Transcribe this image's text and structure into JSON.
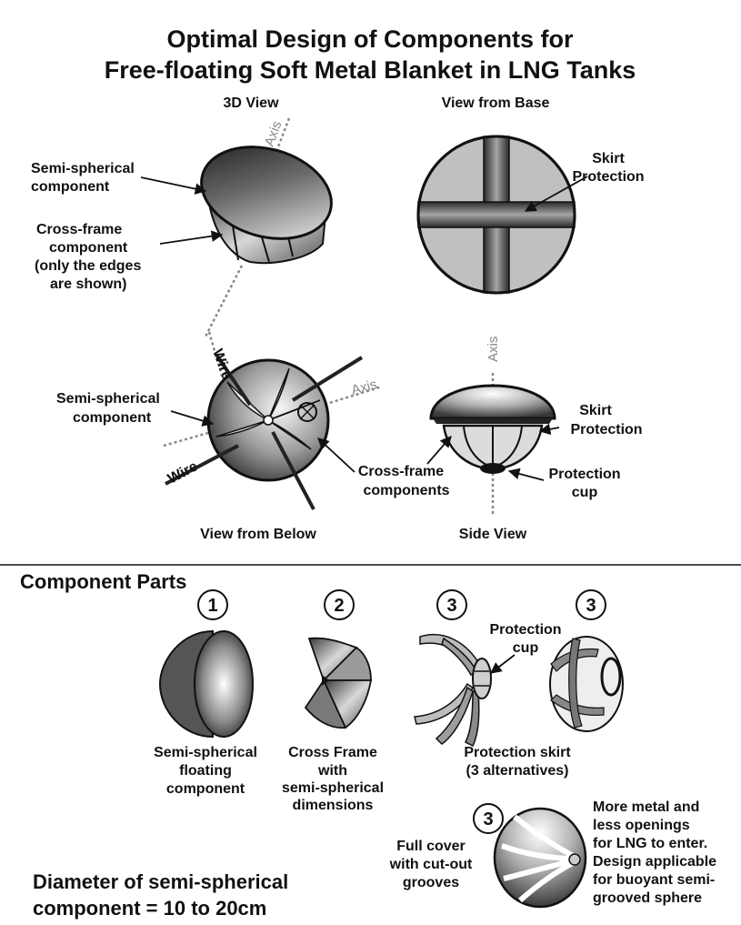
{
  "title": {
    "line1": "Optimal Design of Components for",
    "line2": "Free-floating Soft Metal Blanket in LNG Tanks"
  },
  "views": {
    "view_3d": "3D View",
    "view_base": "View from Base",
    "view_below": "View from Below",
    "view_side": "Side View"
  },
  "labels": {
    "axis": "Axis",
    "wire": "Wire",
    "semi_spherical_1": "Semi-spherical",
    "semi_spherical_2": "component",
    "cross_frame_1": "Cross-frame",
    "cross_frame_2": "component",
    "cross_frame_3": "(only the edges",
    "cross_frame_4": "are shown)",
    "skirt_1": "Skirt",
    "skirt_2": "Protection",
    "cross_frames_1": "Cross-frame",
    "cross_frames_2": "components",
    "cup_1": "Protection",
    "cup_2": "cup"
  },
  "parts": {
    "heading": "Component Parts",
    "num_1": "1",
    "num_2": "2",
    "num_3": "3",
    "p1_line1": "Semi-spherical",
    "p1_line2": "floating",
    "p1_line3": "component",
    "p2_line1": "Cross Frame",
    "p2_line2": "with",
    "p2_line3": "semi-spherical",
    "p2_line4": "dimensions",
    "cup_line1": "Protection",
    "cup_line2": "cup",
    "skirt_line1": "Protection skirt",
    "skirt_line2": "(3 alternatives)",
    "full_line1": "Full cover",
    "full_line2": "with cut-out",
    "full_line3": "grooves",
    "more_line1": "More metal and",
    "more_line2": "less openings",
    "more_line3": "for LNG to enter.",
    "more_line4": "Design applicable",
    "more_line5": "for buoyant semi-",
    "more_line6": "grooved sphere"
  },
  "diameter": {
    "line1": "Diameter of semi-spherical",
    "line2": "component = 10 to 20cm"
  },
  "colors": {
    "ink": "#111111",
    "axis_gray": "#888888",
    "metal_light": "#f2f2f2",
    "metal_dark": "#1e1e1e"
  }
}
